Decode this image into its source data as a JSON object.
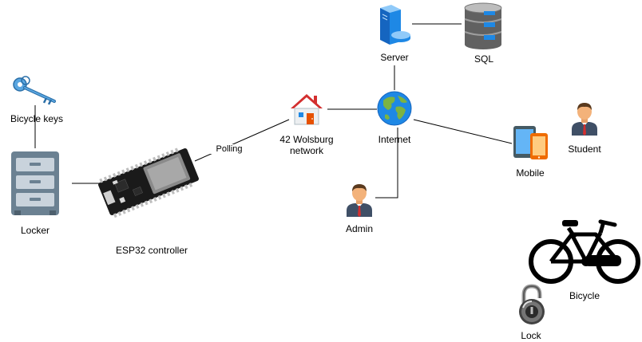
{
  "labels": {
    "bicycle_keys": "Bicycle keys",
    "locker": "Locker",
    "esp32": "ESP32 controller",
    "polling": "Polling",
    "network_line1": "42 Wolsburg",
    "network_line2": "network",
    "server": "Server",
    "sql": "SQL",
    "internet": "Internet",
    "mobile": "Mobile",
    "student": "Student",
    "admin": "Admin",
    "bicycle": "Bicycle",
    "lock": "Lock"
  },
  "colors": {
    "line": "#000000",
    "locker_body": "#6b8192",
    "locker_drawer": "#c9d3dc",
    "house_roof": "#d32f2f",
    "globe_water": "#1e88e5",
    "globe_land": "#7cb342",
    "person_suit": "#3f4f66",
    "person_hair": "#5a3a1e",
    "person_skin": "#f3b27a",
    "person_tie": "#d32f2f"
  },
  "icons": {
    "keys": "key-icon",
    "locker": "filing-cabinet-icon",
    "esp32": "esp32-board-icon",
    "network": "house-icon",
    "server": "server-icon",
    "sql": "database-icon",
    "internet": "globe-icon",
    "mobile": "mobile-devices-icon",
    "student": "user-icon",
    "admin": "user-icon",
    "bicycle": "bicycle-icon",
    "lock": "padlock-icon"
  }
}
